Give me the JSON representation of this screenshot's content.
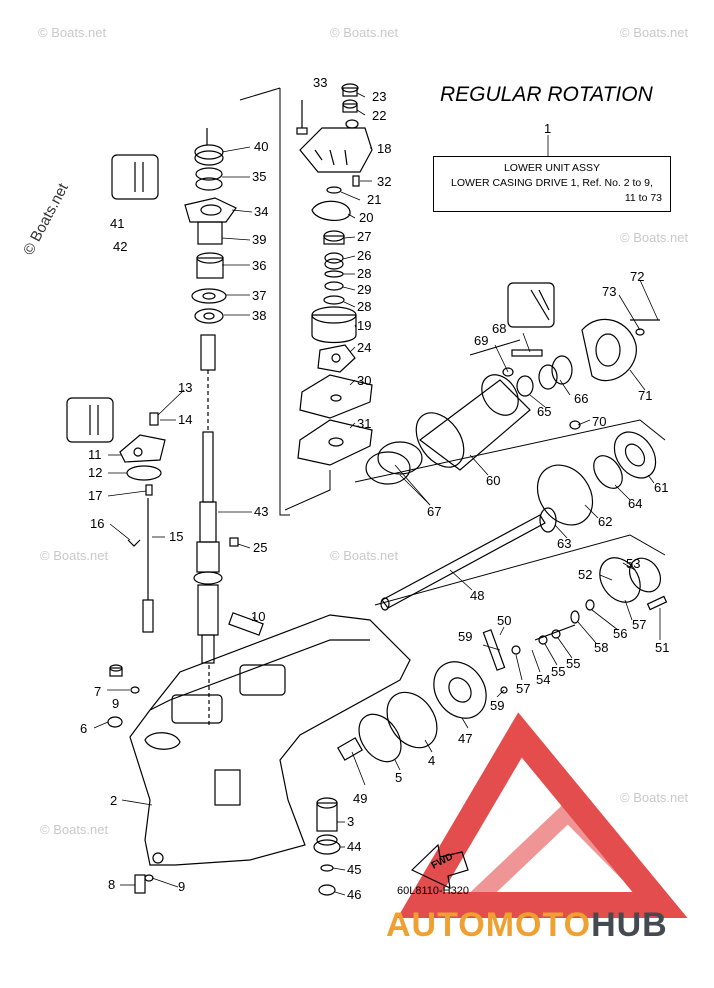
{
  "header": {
    "title": "REGULAR ROTATION"
  },
  "assembly_box": {
    "ref_number": "1",
    "line1": "LOWER UNIT ASSY",
    "line2": "LOWER CASING DRIVE 1,  Ref. No. 2 to 9,",
    "line3": "11 to 73"
  },
  "watermarks": {
    "main": "© Boats.net",
    "tile": "© Boats.net"
  },
  "drawing_ref": "60L8110-H320",
  "fwd_label": "FWD",
  "logo": {
    "part1": "AUTOMOTO",
    "part2": "HUB",
    "colors": {
      "orange": "#f0a030",
      "red": "#e23a3a",
      "dark": "#444a52"
    }
  },
  "callouts": [
    "33",
    "23",
    "22",
    "40",
    "18",
    "35",
    "32",
    "21",
    "34",
    "41",
    "42",
    "20",
    "39",
    "27",
    "36",
    "26",
    "28",
    "37",
    "29",
    "28",
    "38",
    "19",
    "24",
    "30",
    "13",
    "14",
    "11",
    "12",
    "31",
    "17",
    "43",
    "16",
    "15",
    "25",
    "10",
    "7",
    "9",
    "6",
    "2",
    "8",
    "9",
    "3",
    "44",
    "45",
    "46",
    "49",
    "5",
    "4",
    "47",
    "59",
    "50",
    "59",
    "57",
    "54",
    "55",
    "55",
    "58",
    "56",
    "57",
    "51",
    "53",
    "52",
    "48",
    "63",
    "62",
    "64",
    "61",
    "67",
    "60",
    "65",
    "70",
    "66",
    "69",
    "68",
    "73",
    "72",
    "71"
  ]
}
